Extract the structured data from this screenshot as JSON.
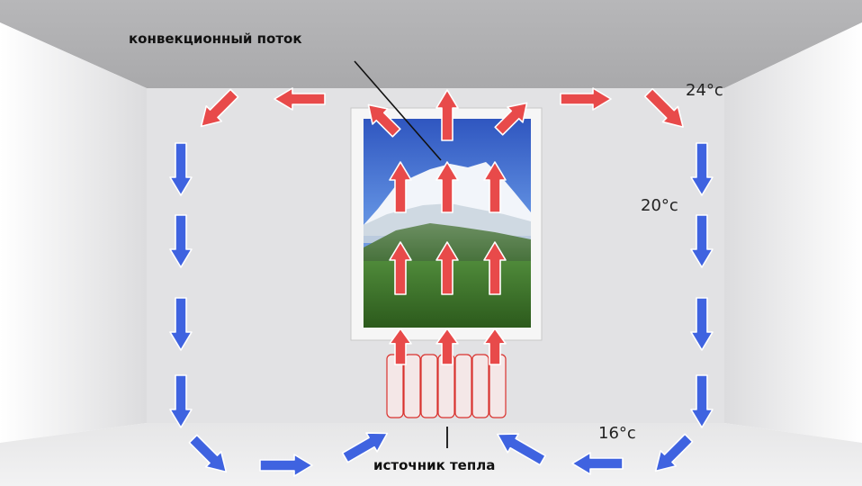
{
  "labels": {
    "convection_flow": "конвекционный поток",
    "heat_source": "источник тепла"
  },
  "temperatures": {
    "top": "24°c",
    "middle": "20°c",
    "bottom": "16°c"
  },
  "colors": {
    "warm_arrow": "#e84a4a",
    "cool_arrow": "#3f63e0",
    "radiator": "#d9332f"
  }
}
